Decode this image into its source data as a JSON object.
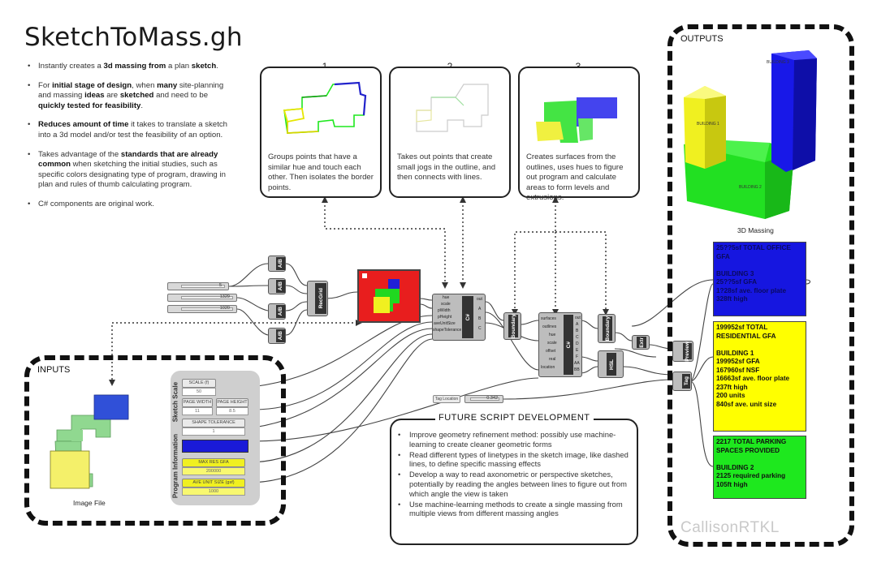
{
  "title": "SketchToMass.gh",
  "bullets": {
    "b1_pre": "Instantly creates a ",
    "b1_bold1": "3d massing from",
    "b1_mid": " a plan ",
    "b1_bold2": "sketch",
    "b1_post": ".",
    "b2_pre": "For ",
    "b2_bold1": "initial stage of design",
    "b2_mid1": ", when ",
    "b2_bold2": "many",
    "b2_mid2": " site-planning and massing ",
    "b2_bold3": "ideas",
    "b2_mid3": " are ",
    "b2_bold4": "sketched",
    "b2_mid4": " and need to be ",
    "b2_bold5": "quickly tested for feasibility",
    "b2_post": ".",
    "b3_bold": "Reduces amount of time",
    "b3_post": " it takes to translate a sketch into a 3d model and/or test the feasibility of an option.",
    "b4_pre": "Takes advantage of the ",
    "b4_bold": "standards that are already common",
    "b4_post": " when sketching the initial studies, such as specific colors designating type of program, drawing in plan and rules of thumb calculating program.",
    "b5": "C# components are original work."
  },
  "steps": [
    {
      "number": "1",
      "text": "Groups points that have a similar hue and touch each other. Then isolates the border points."
    },
    {
      "number": "2",
      "text": "Takes out points that create small jogs in the outline, and then connects with lines."
    },
    {
      "number": "3",
      "text": "Creates surfaces from the outlines, uses hues to figure out program and calculate areas to form levels and extrusions."
    }
  ],
  "inputs": {
    "label": "INPUTS",
    "image_caption": "Image File",
    "sketch_scale_label": "Sketch Scale",
    "program_info_label": "Program Information",
    "scale_label": "SCALE (f)",
    "scale_value": "50",
    "page_width_label": "PAGE WIDTH",
    "page_width_value": "11",
    "page_height_label": "PAGE HEIGHT",
    "page_height_value": "8.5",
    "shape_tolerance_label": "SHAPE TOLERANCE",
    "shape_tolerance_value": "1",
    "max_res_gfa_label": "MAX RES GFA",
    "max_res_gfa_value": "200000",
    "ave_unit_size_label": "AVE UNIT SIZE (gsf)",
    "ave_unit_size_value": "1000"
  },
  "outputs": {
    "label": "OUTPUTS",
    "massing_caption": "3D Massing",
    "building_labels": [
      "BUILDING 1",
      "BUILDING 2",
      "BUILDING 3"
    ],
    "panels": [
      {
        "color": "#1616e0",
        "text_color": "#0a0a60",
        "lines": [
          "25??5sf TOTAL OFFICE",
          "GFA",
          "",
          "BUILDING 3",
          "25??5sf GFA",
          "1?28sf ave. floor plate",
          "328ft high"
        ]
      },
      {
        "color": "#ffff00",
        "text_color": "#111111",
        "lines": [
          "199952sf TOTAL",
          "RESIDENTIAL GFA",
          "",
          "BUILDING 1",
          "199952sf GFA",
          "167960sf NSF",
          "16663sf ave. floor plate",
          "237ft high",
          "200 units",
          "840sf ave. unit size"
        ]
      },
      {
        "color": "#1ee81e",
        "text_color": "#111111",
        "lines": [
          "2217 TOTAL PARKING",
          "SPACES PROVIDED",
          "",
          "BUILDING 2",
          "2125 required parking",
          "105ft high"
        ]
      }
    ]
  },
  "components": {
    "ab_label": "A/B",
    "recgrid_label": "RecGrid",
    "csharp_label": "C#",
    "boundary_label": "Boundary",
    "hsl_label": "HSL",
    "extr_label": "Extr",
    "preview_label": "Preview",
    "tag_label": "Tag",
    "tag_location_label": "Tag Location",
    "slider_values": [
      "5",
      "1329",
      "1020"
    ],
    "cs1_inputs": [
      "hue",
      "scale",
      "pWidth",
      "pHeight",
      "aveUnitSize",
      "shapeTolerance"
    ],
    "cs1_outputs": [
      "out",
      "A",
      "B",
      "C"
    ],
    "cs2_inputs": [
      "surfaces",
      "outlines",
      "hue",
      "scale",
      "offset",
      "real",
      "location"
    ],
    "cs2_outputs": [
      "out",
      "A",
      "B",
      "C",
      "D",
      "E",
      "F",
      "AA",
      "BB"
    ],
    "tag_location_value": "0.342"
  },
  "future": {
    "title": "FUTURE SCRIPT DEVELOPMENT",
    "items": [
      "Improve geometry refinement method: possibly use machine-learning to create cleaner geometric forms",
      "Read different types of linetypes in the sketch image, like dashed lines, to define specific massing effects",
      "Develop a way to read axonometric or perspective sketches, potentially by reading the angles between lines to figure out from which angle the view is taken",
      "Use machine-learning methods to create a single massing from multiple views from different massing angles"
    ]
  },
  "watermark": "CallisonRTKL",
  "colors": {
    "residential": "#ffff00",
    "parking": "#1ee81e",
    "office": "#1616e0",
    "preview_bg": "#e81e1e"
  }
}
